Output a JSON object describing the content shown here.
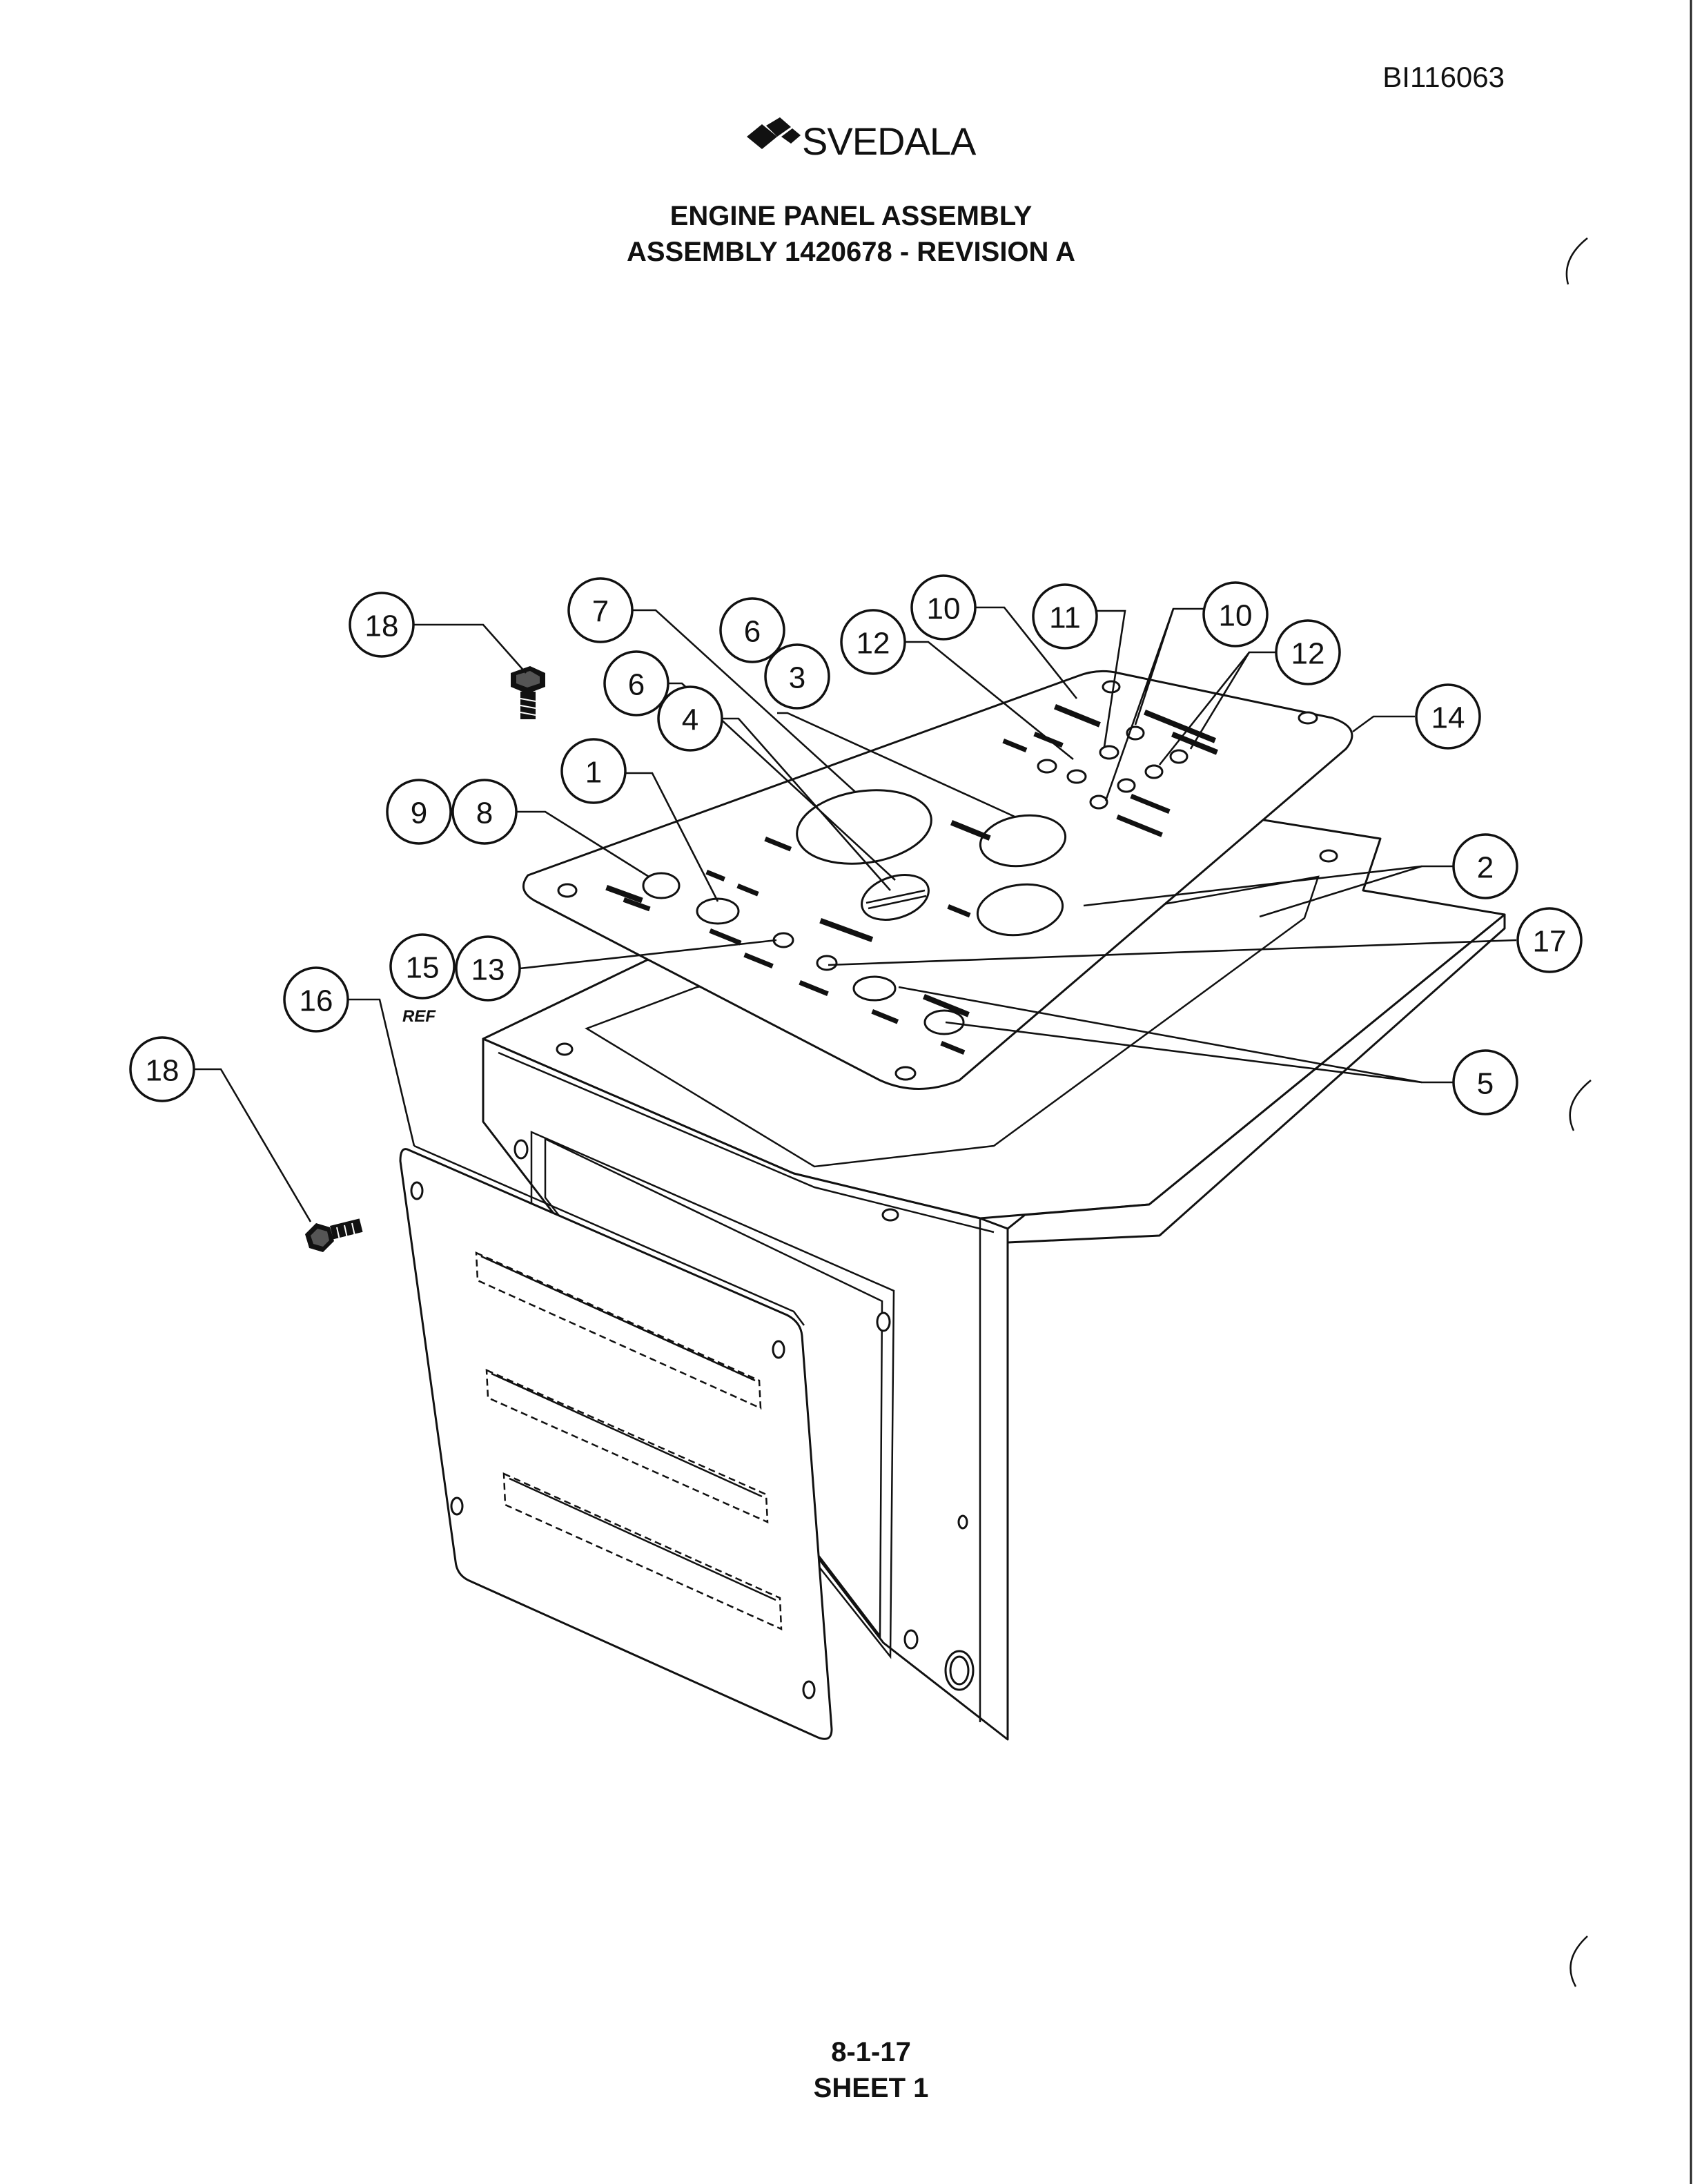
{
  "doc_id": "BI116063",
  "brand": {
    "name": "SVEDALA",
    "logo_icon": "svedala-diamond-logo"
  },
  "title": {
    "line1": "ENGINE PANEL ASSEMBLY",
    "line2": "ASSEMBLY 1420678 - REVISION A"
  },
  "footer": {
    "page": "8-1-17",
    "sheet": "SHEET 1"
  },
  "ref_note": "REF",
  "callouts": [
    {
      "id": "c18a",
      "label": "18"
    },
    {
      "id": "c7",
      "label": "7"
    },
    {
      "id": "c6a",
      "label": "6"
    },
    {
      "id": "c6b",
      "label": "6"
    },
    {
      "id": "c4",
      "label": "4"
    },
    {
      "id": "c3",
      "label": "3"
    },
    {
      "id": "c12a",
      "label": "12"
    },
    {
      "id": "c10a",
      "label": "10"
    },
    {
      "id": "c11",
      "label": "11"
    },
    {
      "id": "c10b",
      "label": "10"
    },
    {
      "id": "c12b",
      "label": "12"
    },
    {
      "id": "c14",
      "label": "14"
    },
    {
      "id": "c1",
      "label": "1"
    },
    {
      "id": "c9",
      "label": "9"
    },
    {
      "id": "c8",
      "label": "8"
    },
    {
      "id": "c2",
      "label": "2"
    },
    {
      "id": "c15",
      "label": "15"
    },
    {
      "id": "c13",
      "label": "13"
    },
    {
      "id": "c17",
      "label": "17"
    },
    {
      "id": "c16",
      "label": "16"
    },
    {
      "id": "c18b",
      "label": "18"
    },
    {
      "id": "c5",
      "label": "5"
    }
  ]
}
